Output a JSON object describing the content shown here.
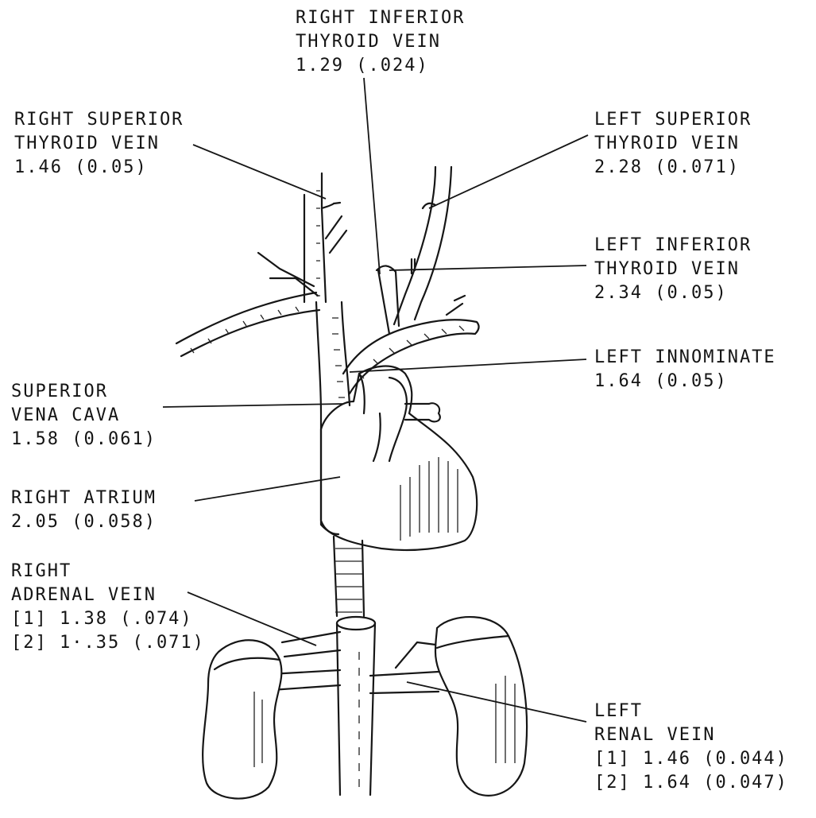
{
  "labels": {
    "right_inferior_thyroid": {
      "line1": "RIGHT INFERIOR",
      "line2": "THYROID VEIN",
      "value": "1.29 (.024)"
    },
    "right_superior_thyroid": {
      "line1": "RIGHT SUPERIOR",
      "line2": "THYROID VEIN",
      "value": "1.46 (0.05)"
    },
    "left_superior_thyroid": {
      "line1": "LEFT SUPERIOR",
      "line2": "THYROID VEIN",
      "value": "2.28 (0.071)"
    },
    "left_inferior_thyroid": {
      "line1": "LEFT INFERIOR",
      "line2": "THYROID VEIN",
      "value": "2.34 (0.05)"
    },
    "left_innominate": {
      "line1": "LEFT INNOMINATE",
      "value": "1.64 (0.05)"
    },
    "superior_vena_cava": {
      "line1": "SUPERIOR",
      "line2": "VENA CAVA",
      "value": "1.58 (0.061)"
    },
    "right_atrium": {
      "line1": "RIGHT ATRIUM",
      "value": "2.05 (0.058)"
    },
    "right_adrenal": {
      "line1": "RIGHT",
      "line2": "ADRENAL VEIN",
      "value1": "[1] 1.38 (.074)",
      "value2": "[2] 1·.35 (.071)"
    },
    "left_renal": {
      "line1": "LEFT",
      "line2": "RENAL VEIN",
      "value1": "[1] 1.46 (0.044)",
      "value2": "[2] 1.64 (0.047)"
    }
  }
}
